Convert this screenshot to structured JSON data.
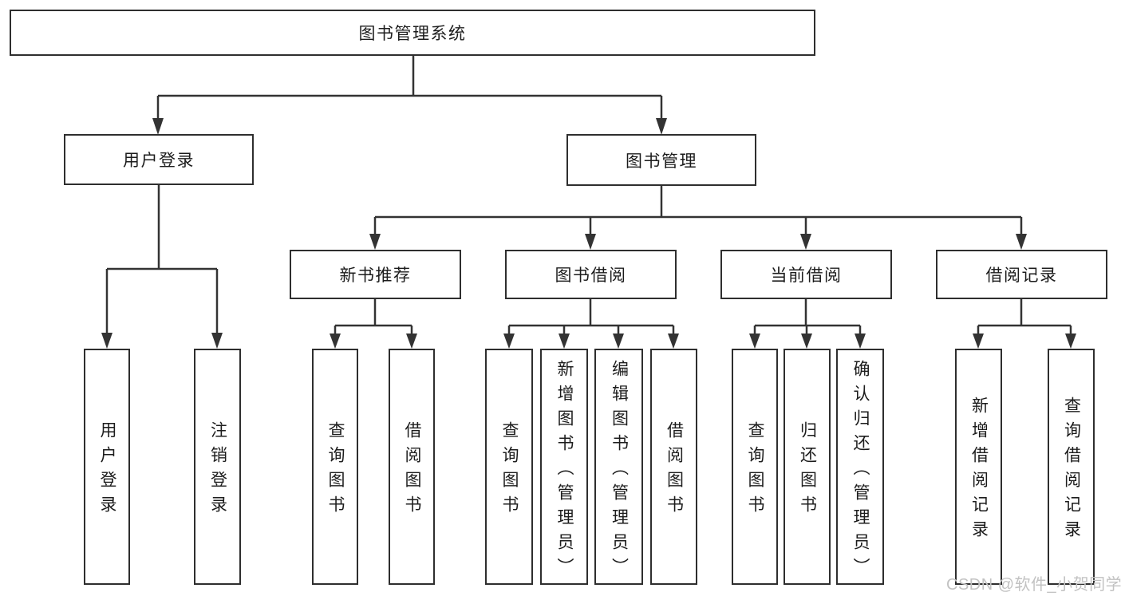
{
  "diagram": {
    "root": {
      "label": "图书管理系统",
      "children": [
        {
          "label": "用户登录",
          "children": [
            {
              "label": "用户登录"
            },
            {
              "label": "注销登录"
            }
          ]
        },
        {
          "label": "图书管理",
          "children": [
            {
              "label": "新书推荐",
              "children": [
                {
                  "label": "查询图书"
                },
                {
                  "label": "借阅图书"
                }
              ]
            },
            {
              "label": "图书借阅",
              "children": [
                {
                  "label": "查询图书"
                },
                {
                  "label": "新增图书（管理员）"
                },
                {
                  "label": "编辑图书（管理员）"
                },
                {
                  "label": "借阅图书"
                }
              ]
            },
            {
              "label": "当前借阅",
              "children": [
                {
                  "label": "查询图书"
                },
                {
                  "label": "归还图书"
                },
                {
                  "label": "确认归还（管理员）"
                }
              ]
            },
            {
              "label": "借阅记录",
              "children": [
                {
                  "label": "新增借阅记录"
                },
                {
                  "label": "查询借阅记录"
                }
              ]
            }
          ]
        }
      ]
    }
  },
  "watermark": {
    "text": "CSDN @软件_小贺同学"
  },
  "colors": {
    "line": "#333333",
    "box_border": "#2e2e2e",
    "text": "#1c1c1c",
    "watermark_text": "#c2c2c2",
    "background": "#ffffff"
  }
}
